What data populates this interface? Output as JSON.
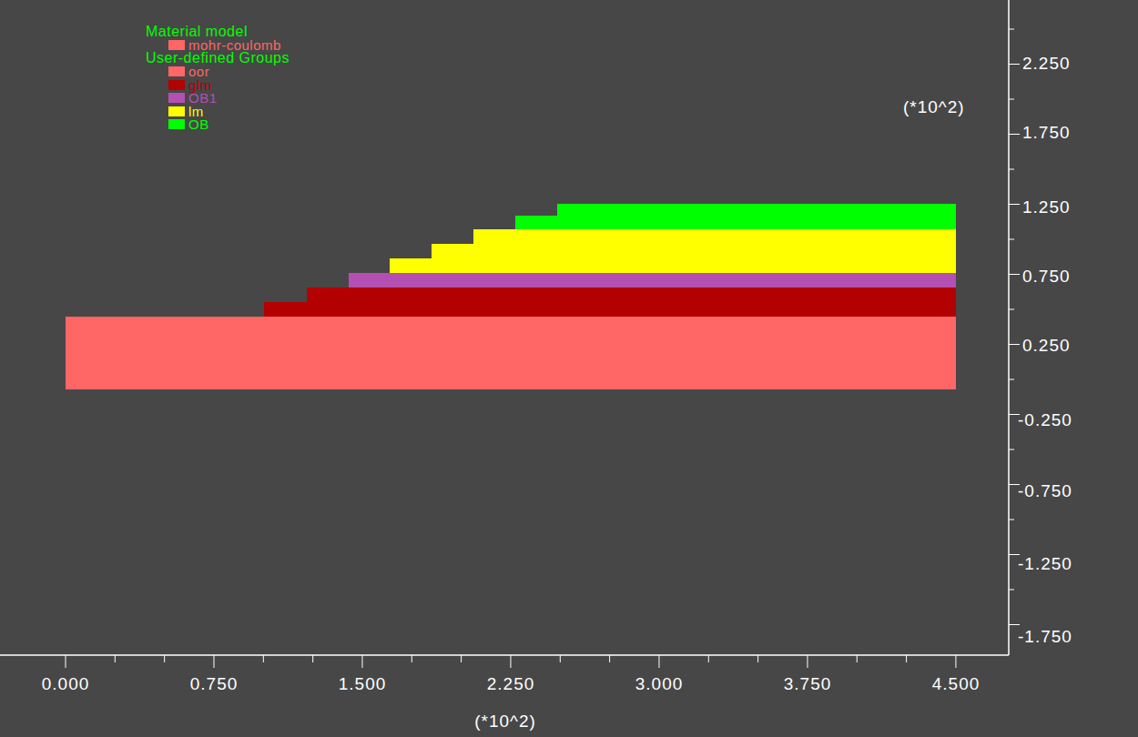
{
  "diagram": {
    "labels": [
      "Material model",
      "User-defined Groups",
      "0.000",
      "0.750",
      "1.500",
      "2.250",
      "3.000",
      "3.750",
      "4.500",
      "(*10^2)",
      "2.250",
      "1.750",
      "1.250",
      "0.750",
      "0.250",
      "-0.250",
      "-0.750",
      "-1.250",
      "-1.750",
      "(*10^2)"
    ],
    "legend": [
      {
        "text": "mohr-coulomb",
        "color": "#ff6666"
      },
      {
        "text": "oor",
        "color": "#ff6666"
      },
      {
        "text": "glm",
        "color": "#b30000"
      },
      {
        "text": "OB1",
        "color": "#b450b4"
      },
      {
        "text": "lm",
        "color": "#ffff00"
      },
      {
        "text": "OB",
        "color": "#00ff00"
      }
    ]
  }
}
